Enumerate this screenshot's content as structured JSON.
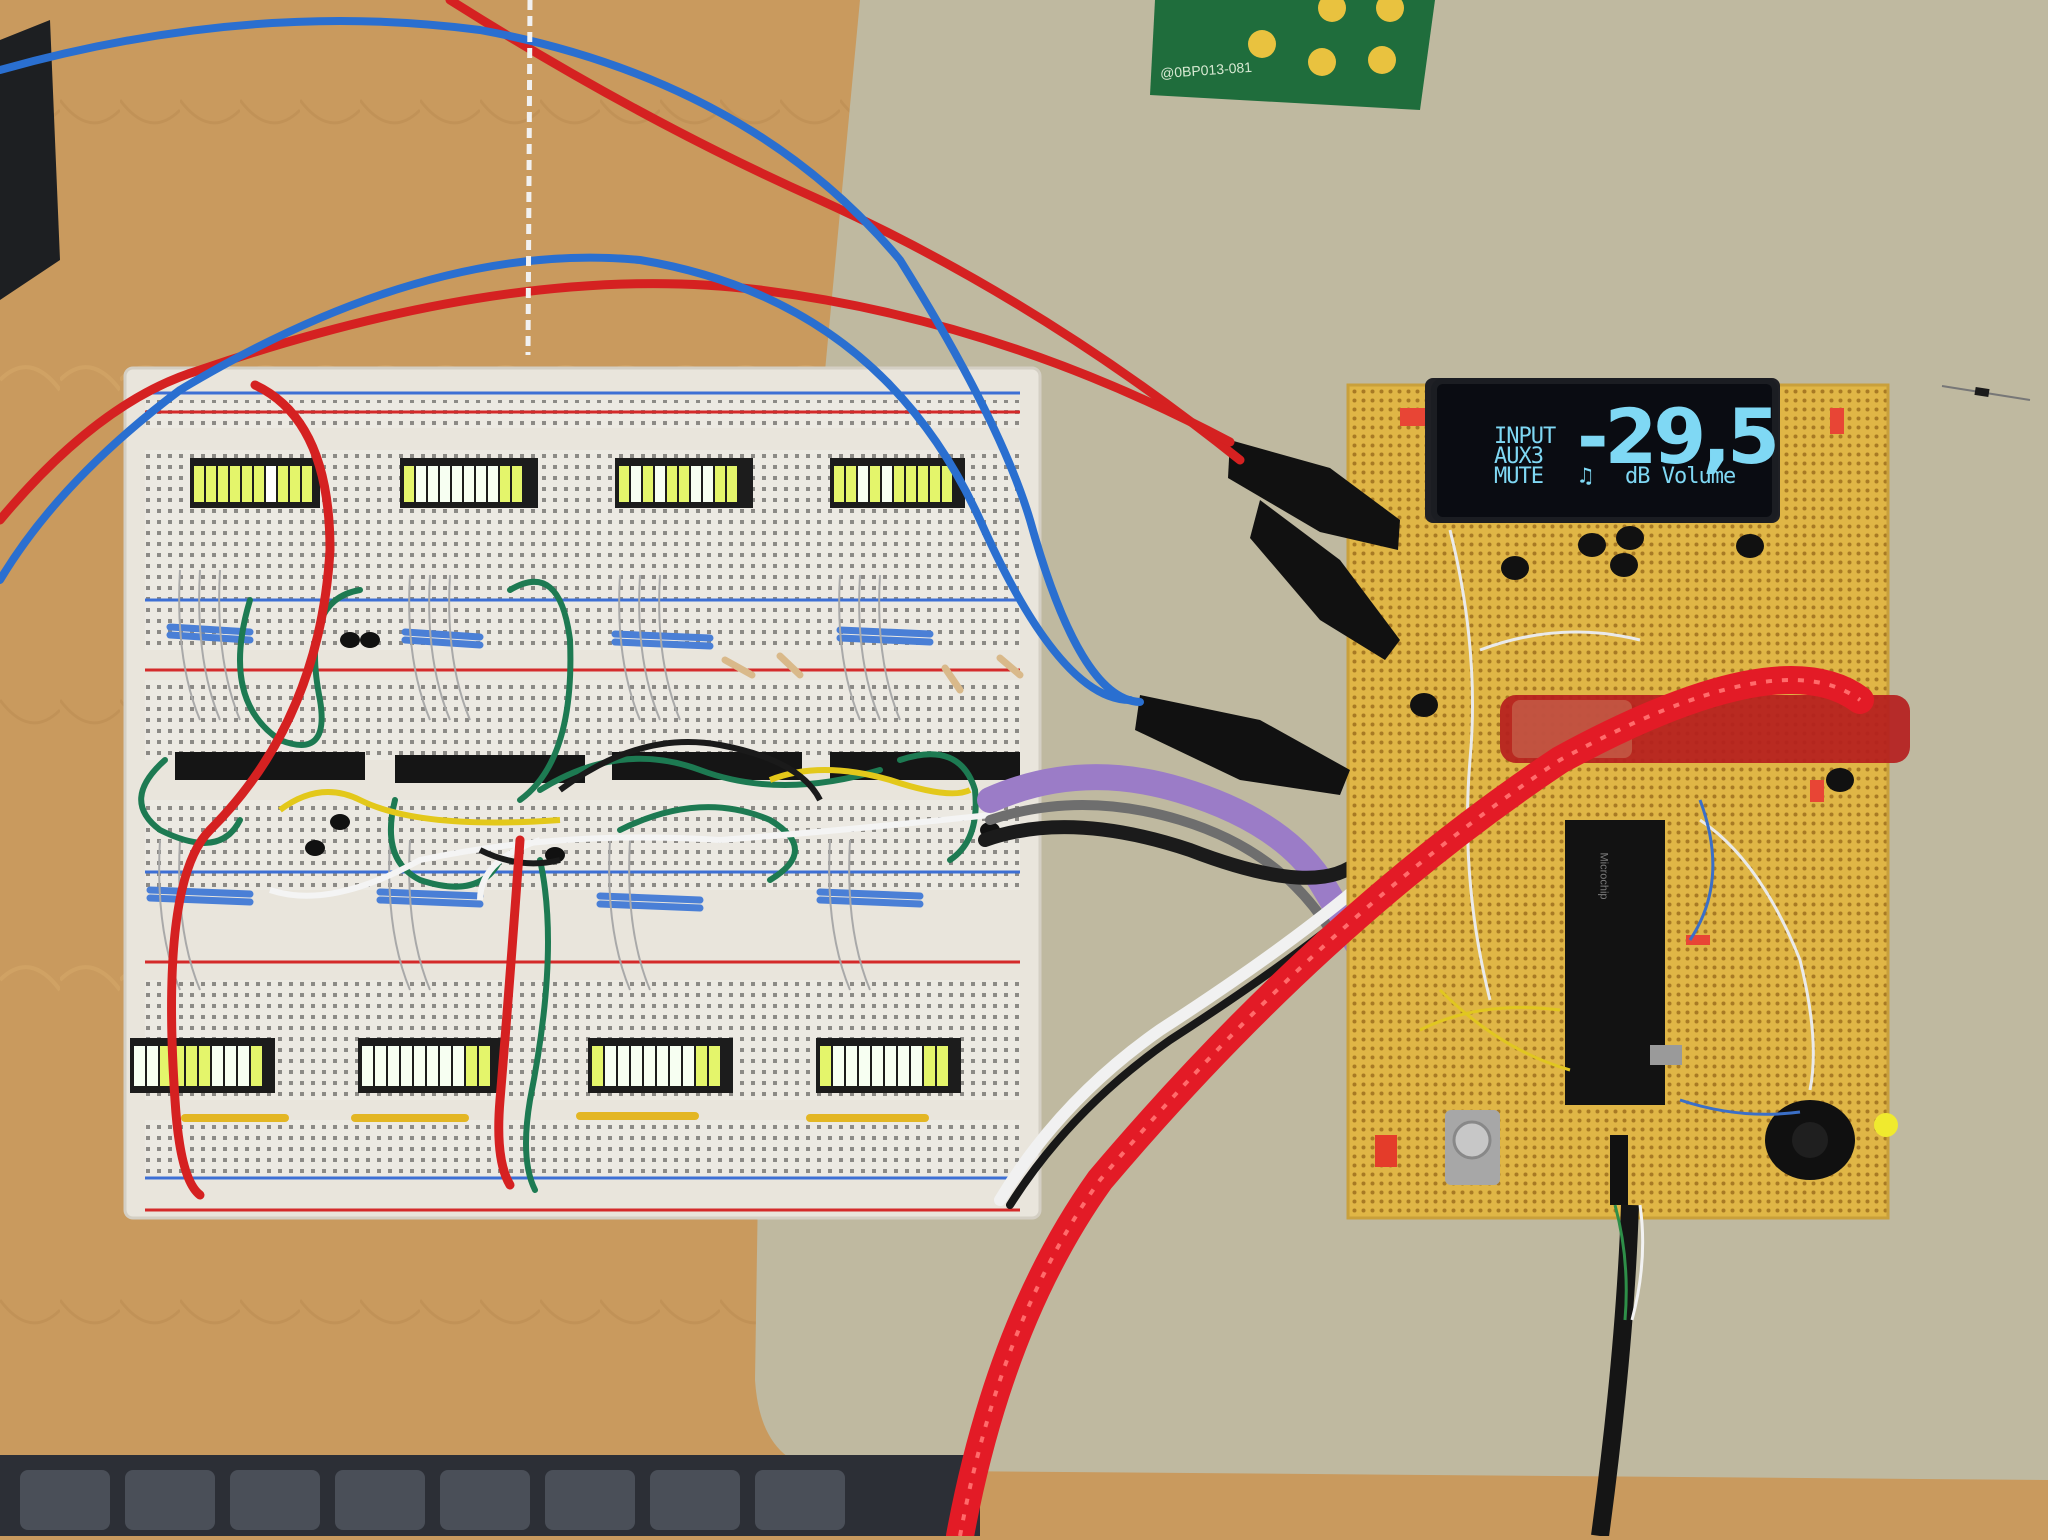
{
  "scene": {
    "description_tags": [
      "workbench",
      "breadboard",
      "led-bar-graphs",
      "perfboard",
      "oled-display",
      "microcontroller",
      "rotary-encoder",
      "knob",
      "wires"
    ],
    "colors": {
      "desk_wood": "#c99a5e",
      "mat": "#bdb89e",
      "breadboard": "#ece8e0",
      "perfboard": "#e2b94a",
      "wire_red": "#d82020",
      "wire_blue": "#2a6fd0",
      "wire_green": "#1d7a52",
      "led_white": "#f5fff0",
      "led_yellow": "#e7f56a",
      "oled_text": "#7fd8f4"
    }
  },
  "oled": {
    "line1": "INPUT",
    "line2": "AUX3",
    "line3": "MUTE",
    "volume": "-29,5",
    "unit": "dB Volume",
    "note_icon": "♫"
  },
  "pcb_label": "@0BP013-081",
  "chip_label": "Microchip"
}
